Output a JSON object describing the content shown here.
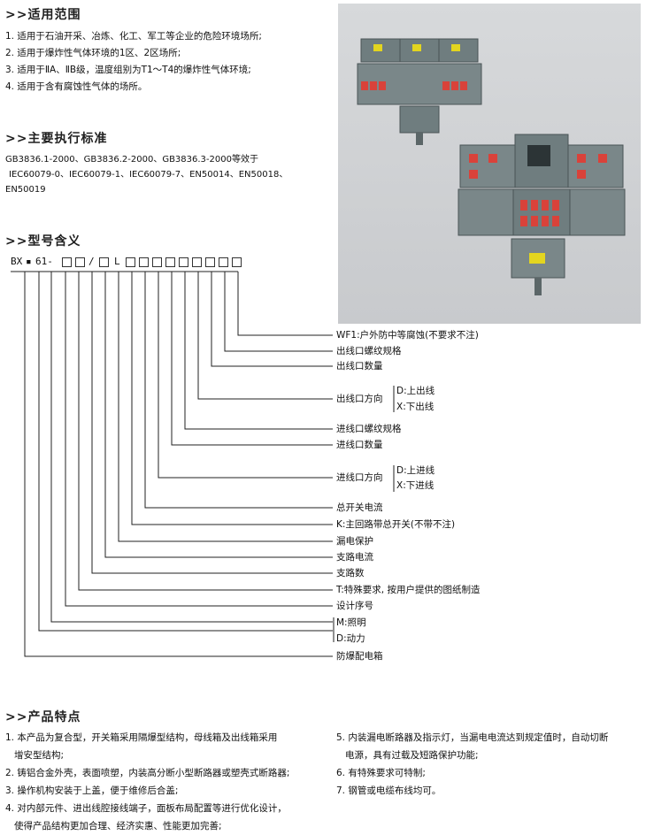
{
  "sections": {
    "scope_title": ">>适用范围",
    "scope": [
      "1. 适用于石油开采、冶炼、化工、军工等企业的危险环境场所;",
      "2. 适用于爆炸性气体环境的1区、2区场所;",
      "3. 适用于ⅡA、ⅡB级，温度组别为T1～T4的爆炸性气体环境;",
      "4. 适用于含有腐蚀性气体的场所。"
    ],
    "standards_title": ">>主要执行标准",
    "standards_line1": "GB3836.1-2000、GB3836.2-2000、GB3836.3-2000等效于",
    "standards_line2": "IEC60079-0、IEC60079-1、IEC60079-7、EN50014、EN50018、",
    "standards_line3": "EN50019",
    "model_title": ">>型号含义",
    "features_title": ">>产品特点",
    "features_left": [
      "1. 本产品为复合型，开关箱采用隔爆型结构，母线箱及出线箱采用",
      "   增安型结构;",
      "2. 铸铝合金外壳，表面喷塑，内装高分断小型断路器或塑壳式断路器;",
      "3. 操作机构安装于上盖，便于维修后合盖;",
      "4. 对内部元件、进出线腔接线端子，面板布局配置等进行优化设计，",
      "   使得产品结构更加合理、经济实惠、性能更加完善;"
    ],
    "features_right": [
      "5. 内装漏电断路器及指示灯，当漏电电流达到规定值时，自动切断",
      "   电源，具有过载及短路保护功能;",
      "6. 有特殊要求可特制;",
      "7. 钢管或电缆布线均可。"
    ]
  },
  "model_code": {
    "bx": "BX",
    "dot": "▪",
    "num": "61-",
    "slash": "/",
    "l": "L"
  },
  "model_labels": [
    "WF1:户外防中等腐蚀(不要求不注)",
    "出线口螺纹规格",
    "出线口数量",
    "出线口方向",
    "D:上出线",
    "X:下出线",
    "进线口螺纹规格",
    "进线口数量",
    "进线口方向",
    "D:上进线",
    "X:下进线",
    "总开关电流",
    "K:主回路带总开关(不带不注)",
    "漏电保护",
    "支路电流",
    "支路数",
    "T:特殊要求, 按用户提供的图纸制造",
    "设计序号",
    "M:照明",
    "D:动力",
    "防爆配电箱"
  ]
}
